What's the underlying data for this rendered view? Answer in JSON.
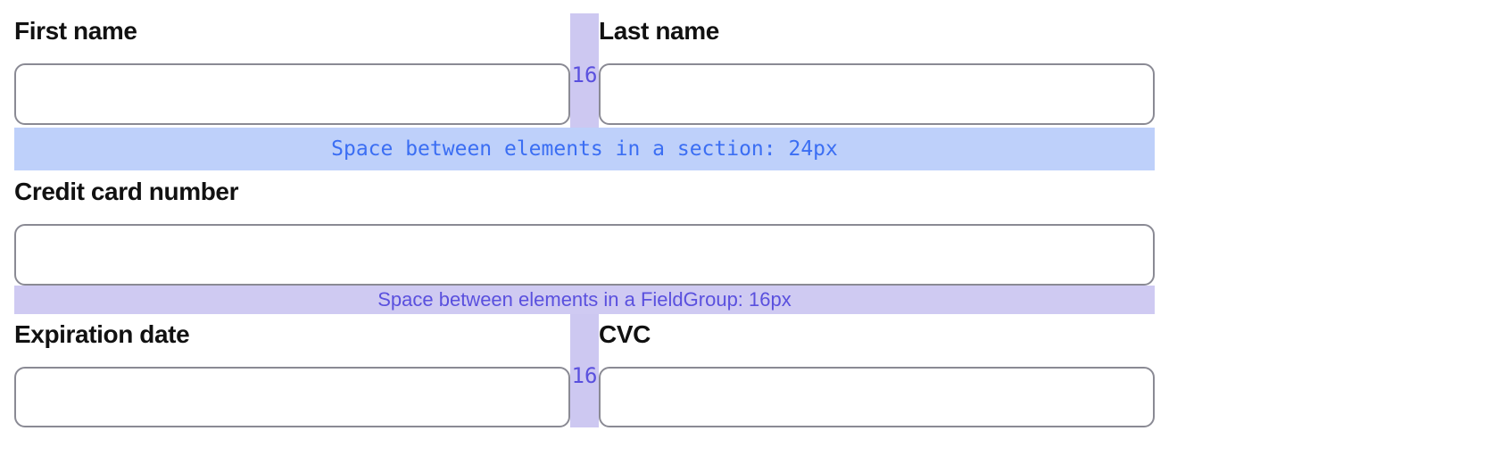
{
  "rows": {
    "name_row": {
      "left_label": "First name",
      "left_value": "",
      "right_label": "Last name",
      "right_value": "",
      "gap_label": "16"
    },
    "card_row": {
      "label": "Credit card number",
      "value": ""
    },
    "expiry_row": {
      "left_label": "Expiration date",
      "left_value": "",
      "right_label": "CVC",
      "right_value": "",
      "gap_label": "16"
    }
  },
  "spacers": {
    "section": {
      "text": "Space between elements in a section: 24px",
      "bg": "#BED0FA",
      "text_color": "#3B6EF3"
    },
    "fieldgroup": {
      "text": "Space between elements in a FieldGroup: 16px",
      "bg": "#CFCAF2",
      "text_color": "#5A50DE"
    }
  },
  "colors": {
    "gap_strip_bg": "#CDC8F1",
    "gap_value_color": "#5A50DE",
    "input_border": "#8A8A94",
    "label_color": "#111111",
    "page_bg": "#FFFFFF"
  }
}
